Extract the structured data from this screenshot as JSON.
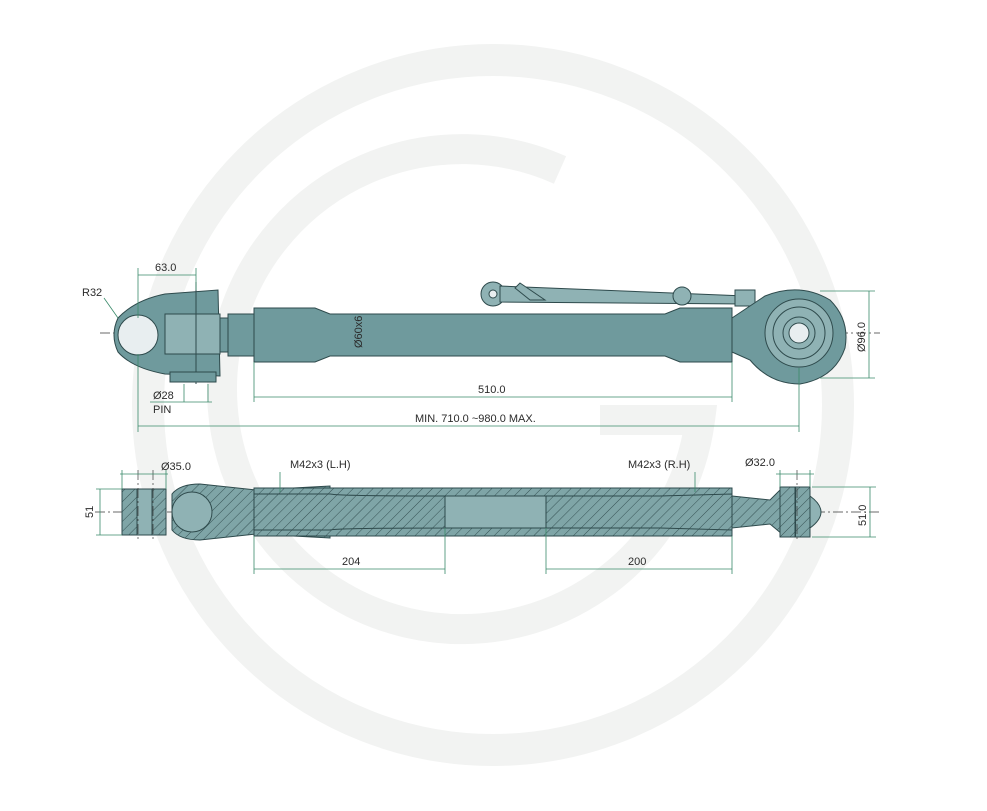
{
  "drawing": {
    "top_view": {
      "clevis_width": "63.0",
      "clevis_radius": "R32",
      "pin_diameter": "Ø28",
      "pin_label": "PIN",
      "tube_diameter": "Ø60x6",
      "tube_length": "510.0",
      "ball_diameter": "Ø96.0",
      "overall_length": "MIN. 710.0 ~980.0 MAX."
    },
    "section_view": {
      "left_bore": "Ø35.0",
      "left_height": "51",
      "left_thread": "M42x3 (L.H)",
      "right_thread": "M42x3 (R.H)",
      "right_bore": "Ø32.0",
      "right_height": "51.0",
      "left_thread_length": "204",
      "right_thread_length": "200"
    },
    "colors": {
      "part": "#6f9a9d",
      "dimension_line": "#3a8a6a",
      "watermark": "#eef0ef"
    }
  }
}
